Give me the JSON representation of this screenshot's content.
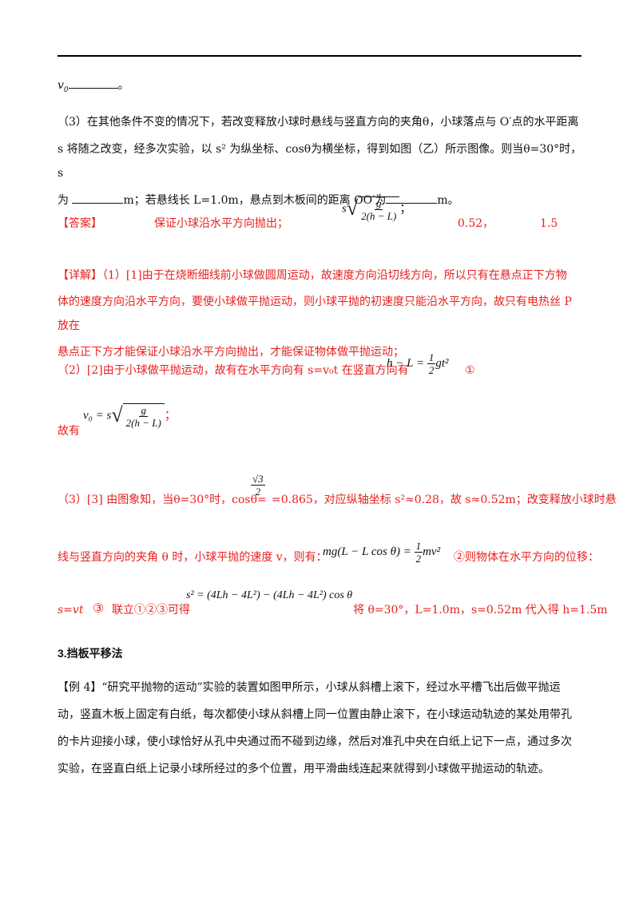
{
  "top_line": {
    "v0_label": "v",
    "v0_sub": "0",
    "tail": "。"
  },
  "part3": {
    "line1": "（3）在其他条件不变的情况下，若改变释放小球时悬线与竖直方向的夹角θ，小球落点与 O′点的水平距离",
    "line2": "s 将随之改变，经多次实验，以 s² 为纵坐标、cosθ为横坐标，得到如图（乙）所示图像。则当θ=30°时，s",
    "line3a": "为",
    "line3b": "m；若悬线长 L=1.0m，悬点到木板间的距离 OO′为",
    "line3c": "m。"
  },
  "answer": {
    "tag": "【答案】",
    "a1": "保证小球沿水平方向抛出；",
    "formula_s": "s",
    "formula_num": "g",
    "formula_den": "2(h − L)",
    "sep": "；",
    "a3": "0.52，",
    "a4": "1.5"
  },
  "detail": {
    "tag": "【详解】",
    "p1_l1": "（1）[1]由于在烧断细线前小球做圆周运动，故速度方向沿切线方向，所以只有在悬点正下方物",
    "p1_l2": "体的速度方向沿水平方向，要使小球做平抛运动，则小球平抛的初速度只能沿水平方向，故只有电热丝 P 放在",
    "p1_l3": "悬点正下方才能保证小球沿水平方向抛出，才能保证物体做平抛运动；",
    "p2_a": "（2）[2]由于小球做平抛运动，故有在水平方向有 s=v₀t 在竖直方向有",
    "p2_eq_l": "h − L =",
    "p2_eq_num": "1",
    "p2_eq_den": "2",
    "p2_eq_r": "gt²",
    "p2_mark": "①",
    "p2_b": "故有",
    "p2_b_eq": "v₀ = s",
    "p2_b_num": "g",
    "p2_b_den": "2(h − L)",
    "p2_b_tail": "；",
    "p3_a": "（3）[3]  由图象知，当θ=30°时，cosθ=",
    "p3_num": "√3",
    "p3_den": "2",
    "p3_b": "=0.865，对应纵轴坐标 s²≈0.28，故 s≈0.52m；改变释放小球时悬",
    "p4_a": "线与竖直方向的夹角 θ 时，小球平抛的速度 v，则有：",
    "p4_eq_l": "mg(L − L cos θ) =",
    "p4_eq_num": "1",
    "p4_eq_den": "2",
    "p4_eq_r": "mv²",
    "p4_b": "②则物体在水平方向的位移：",
    "p5_a": "s=vt",
    "p5_mark": "③",
    "p5_b": "联立①②③可得",
    "p5_eq": "s² = (4Lh − 4L²) − (4Lh − 4L²) cos θ",
    "p5_c": "将 θ=30°，L=1.0m，s=0.52m 代入得 h=1.5m"
  },
  "section": {
    "title": "3.挡板平移法",
    "ex_l1": "【例 4】“研究平抛物的运动”实验的装置如图甲所示，小球从斜槽上滚下，经过水平槽飞出后做平抛运",
    "ex_l2": "动，竖直木板上固定有白纸，每次都使小球从斜槽上同一位置由静止滚下，在小球运动轨迹的某处用带孔",
    "ex_l3": "的卡片迎接小球，使小球恰好从孔中央通过而不碰到边缘，然后对准孔中央在白纸上记下一点，通过多次",
    "ex_l4": "实验，在竖直白纸上记录小球所经过的多个位置，用平滑曲线连起来就得到小球做平抛运动的轨迹。"
  },
  "colors": {
    "answer_red": "#e8201e",
    "text": "#111111"
  }
}
